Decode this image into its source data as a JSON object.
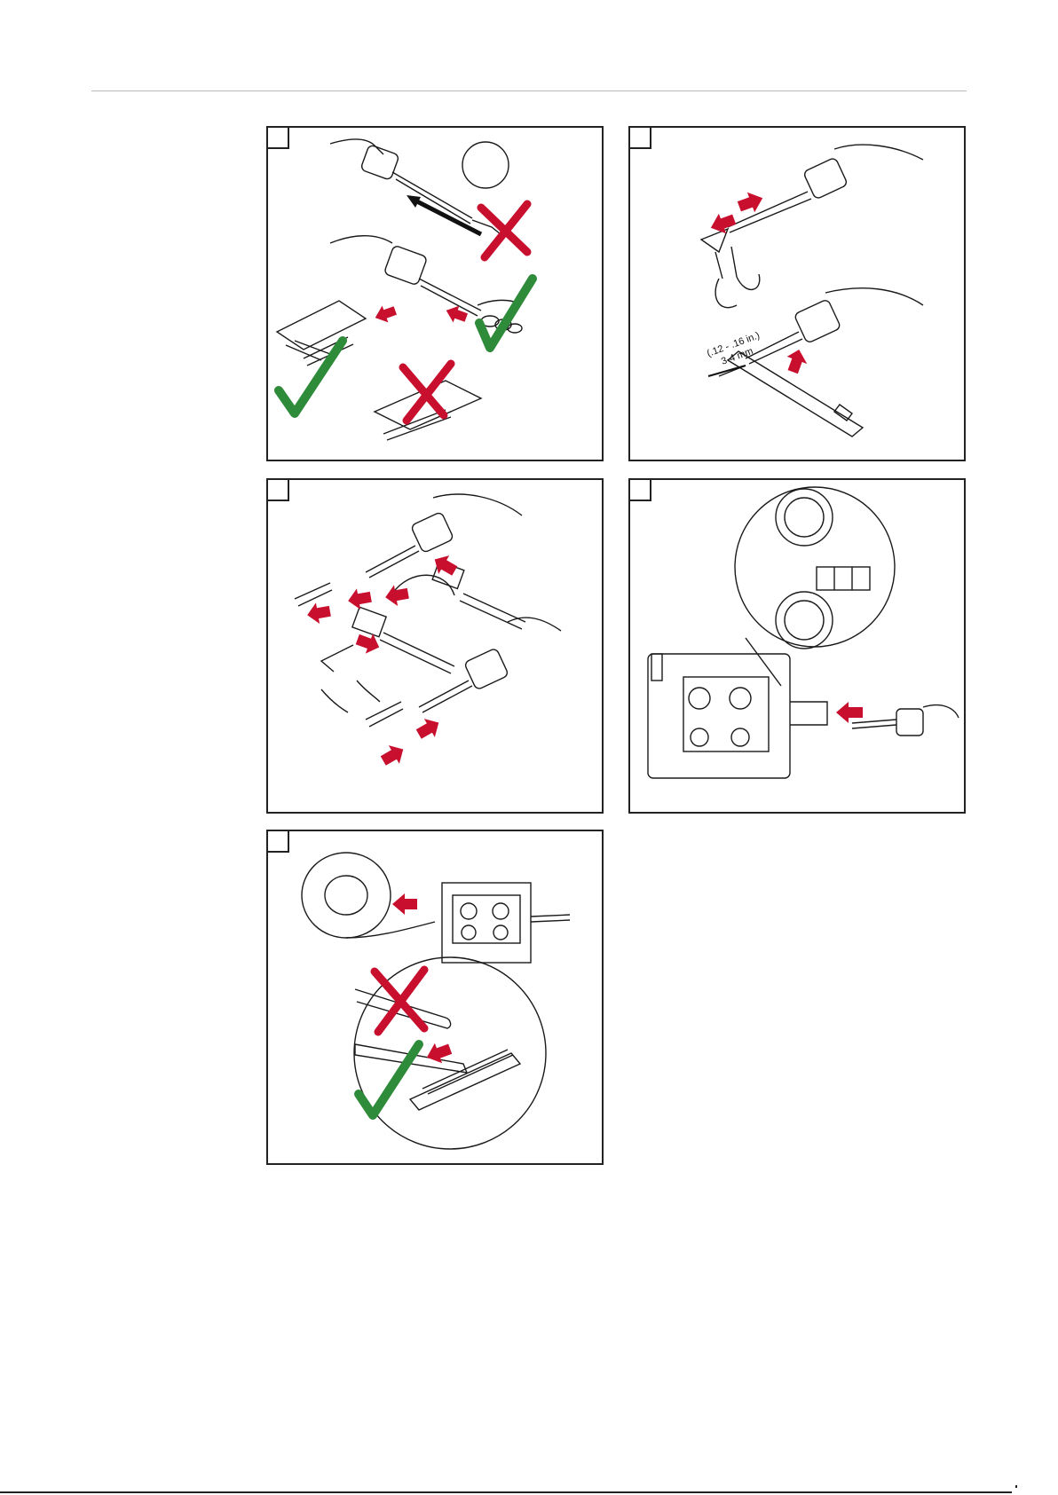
{
  "panels": [
    {
      "id": "p1"
    },
    {
      "id": "p2",
      "dimension": {
        "inches": "(.12 - .16 in.)",
        "mm": "3-4 mm"
      }
    },
    {
      "id": "p3"
    },
    {
      "id": "p4"
    },
    {
      "id": "p5"
    }
  ],
  "colors": {
    "arrow_red": "#c8102e",
    "check_green": "#2e8b3a",
    "cross_red": "#c8102e",
    "line": "#1a1a1a"
  },
  "icons": [
    "check-icon",
    "cross-icon",
    "arrow-icon"
  ]
}
